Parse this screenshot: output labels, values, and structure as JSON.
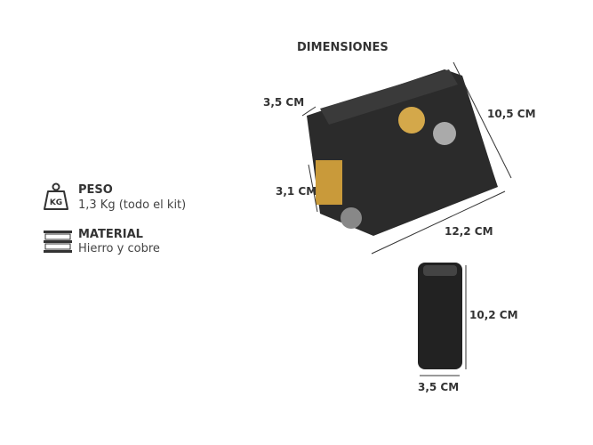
{
  "title": "DIMENSIONES",
  "specs": [
    {
      "icon": "weight-icon",
      "icon_text": "KG",
      "label": "PESO",
      "value": "1,3 Kg (todo el kit)"
    },
    {
      "icon": "material-icon",
      "label": "MATERIAL",
      "value": "Hierro y cobre"
    }
  ],
  "lock_dims": {
    "depth": "3,5 CM",
    "height": "10,5 CM",
    "cylinder": "3,1 CM",
    "width": "12,2 CM"
  },
  "keeper_dims": {
    "height": "10,2 CM",
    "width": "3,5 CM"
  }
}
